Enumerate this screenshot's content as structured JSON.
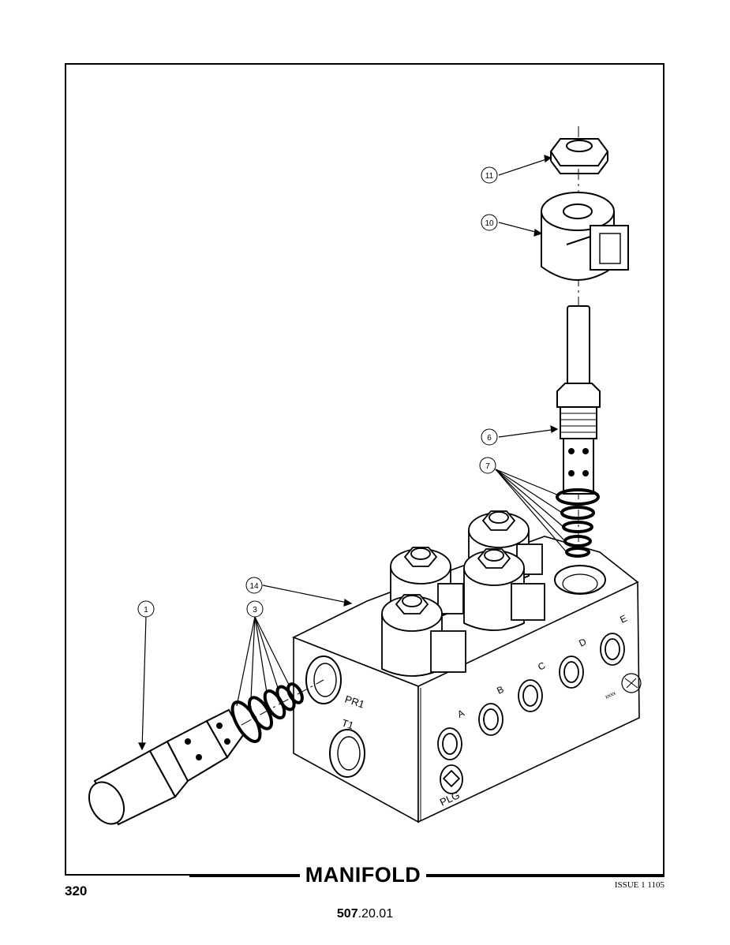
{
  "footer": {
    "section_title": "MANIFOLD",
    "page_number": "320",
    "issue": "ISSUE 1 1105",
    "doc_code_bold": "507",
    "doc_code_rest": ".20.01"
  },
  "callouts": {
    "c1": "1",
    "c3": "3",
    "c6": "6",
    "c7": "7",
    "c10": "10",
    "c11": "11",
    "c14": "14"
  },
  "ports": {
    "a": "A",
    "b": "B",
    "c": "C",
    "d": "D",
    "e": "E",
    "pr1": "PR1",
    "t1": "T1",
    "plg": "PLG",
    "stamp": "xxxx"
  }
}
